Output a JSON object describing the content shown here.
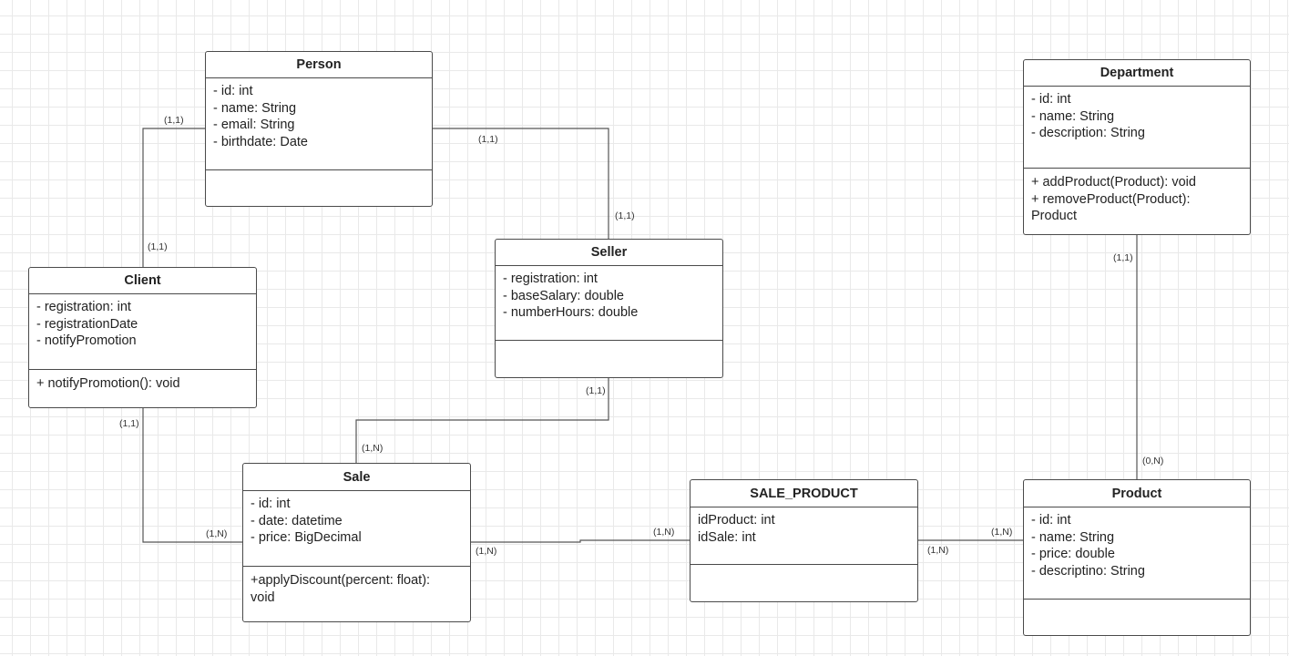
{
  "classes": {
    "person": {
      "name": "Person",
      "attributes": [
        "- id: int",
        "- name: String",
        "- email: String",
        "- birthdate: Date"
      ],
      "methods": []
    },
    "department": {
      "name": "Department",
      "attributes": [
        "- id: int",
        "- name: String",
        "- description: String"
      ],
      "methods": [
        "+ addProduct(Product): void",
        "+ removeProduct(Product):",
        "Product"
      ]
    },
    "seller": {
      "name": "Seller",
      "attributes": [
        "- registration: int",
        "- baseSalary: double",
        "- numberHours: double"
      ],
      "methods": []
    },
    "client": {
      "name": "Client",
      "attributes": [
        "- registration: int",
        "- registrationDate",
        "- notifyPromotion"
      ],
      "methods": [
        "+ notifyPromotion(): void"
      ]
    },
    "sale": {
      "name": "Sale",
      "attributes": [
        "- id: int",
        "- date: datetime",
        "- price: BigDecimal"
      ],
      "methods": [
        "+applyDiscount(percent: float):",
        "void"
      ]
    },
    "sale_product": {
      "name": "SALE_PRODUCT",
      "attributes": [
        "idProduct: int",
        "idSale: int"
      ],
      "methods": []
    },
    "product": {
      "name": "Product",
      "attributes": [
        "- id: int",
        "- name: String",
        "- price: double",
        "- descriptino: String"
      ],
      "methods": []
    }
  },
  "multiplicities": {
    "person_client_top": "(1,1)",
    "person_client_bottom": "(1,1)",
    "person_seller_top": "(1,1)",
    "person_seller_bottom": "(1,1)",
    "seller_sale_top": "(1,1)",
    "seller_sale_bottom": "(1,N)",
    "client_sale_top": "(1,1)",
    "client_sale_right": "(1,N)",
    "sale_saleproduct_left": "(1,N)",
    "sale_saleproduct_right": "(1,N)",
    "saleproduct_product_left": "(1,N)",
    "saleproduct_product_right": "(1,N)",
    "department_product_top": "(1,1)",
    "department_product_bottom": "(0,N)"
  }
}
